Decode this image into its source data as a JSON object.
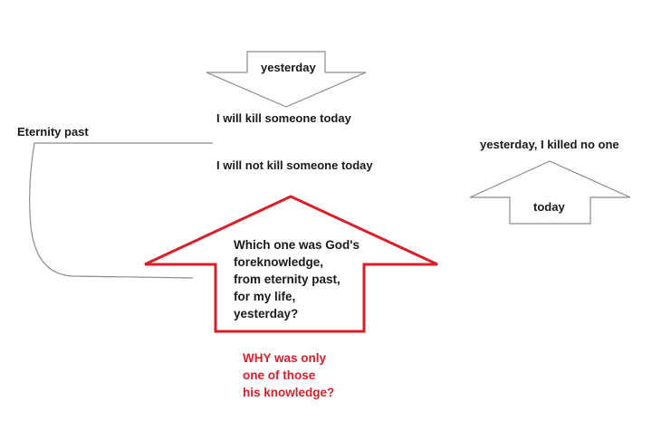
{
  "labels": {
    "eternity_past": "Eternity past",
    "yesterday_arrow": "yesterday",
    "option_kill": "I will kill someone today",
    "option_not_kill": "I will not kill someone today",
    "killed_no_one": "yesterday, I killed no one",
    "today_arrow": "today",
    "question": "Which one was God's\nforeknowledge,\nfrom eternity past,\nfor my life,\nyesterday?",
    "why_question": "WHY was only\none of those\nhis knowledge?"
  },
  "colors": {
    "text": "#1a1a1a",
    "arrow_outline": "#8c8c8c",
    "timeline_line": "#8c8c8c",
    "highlight": "#d9202a"
  }
}
